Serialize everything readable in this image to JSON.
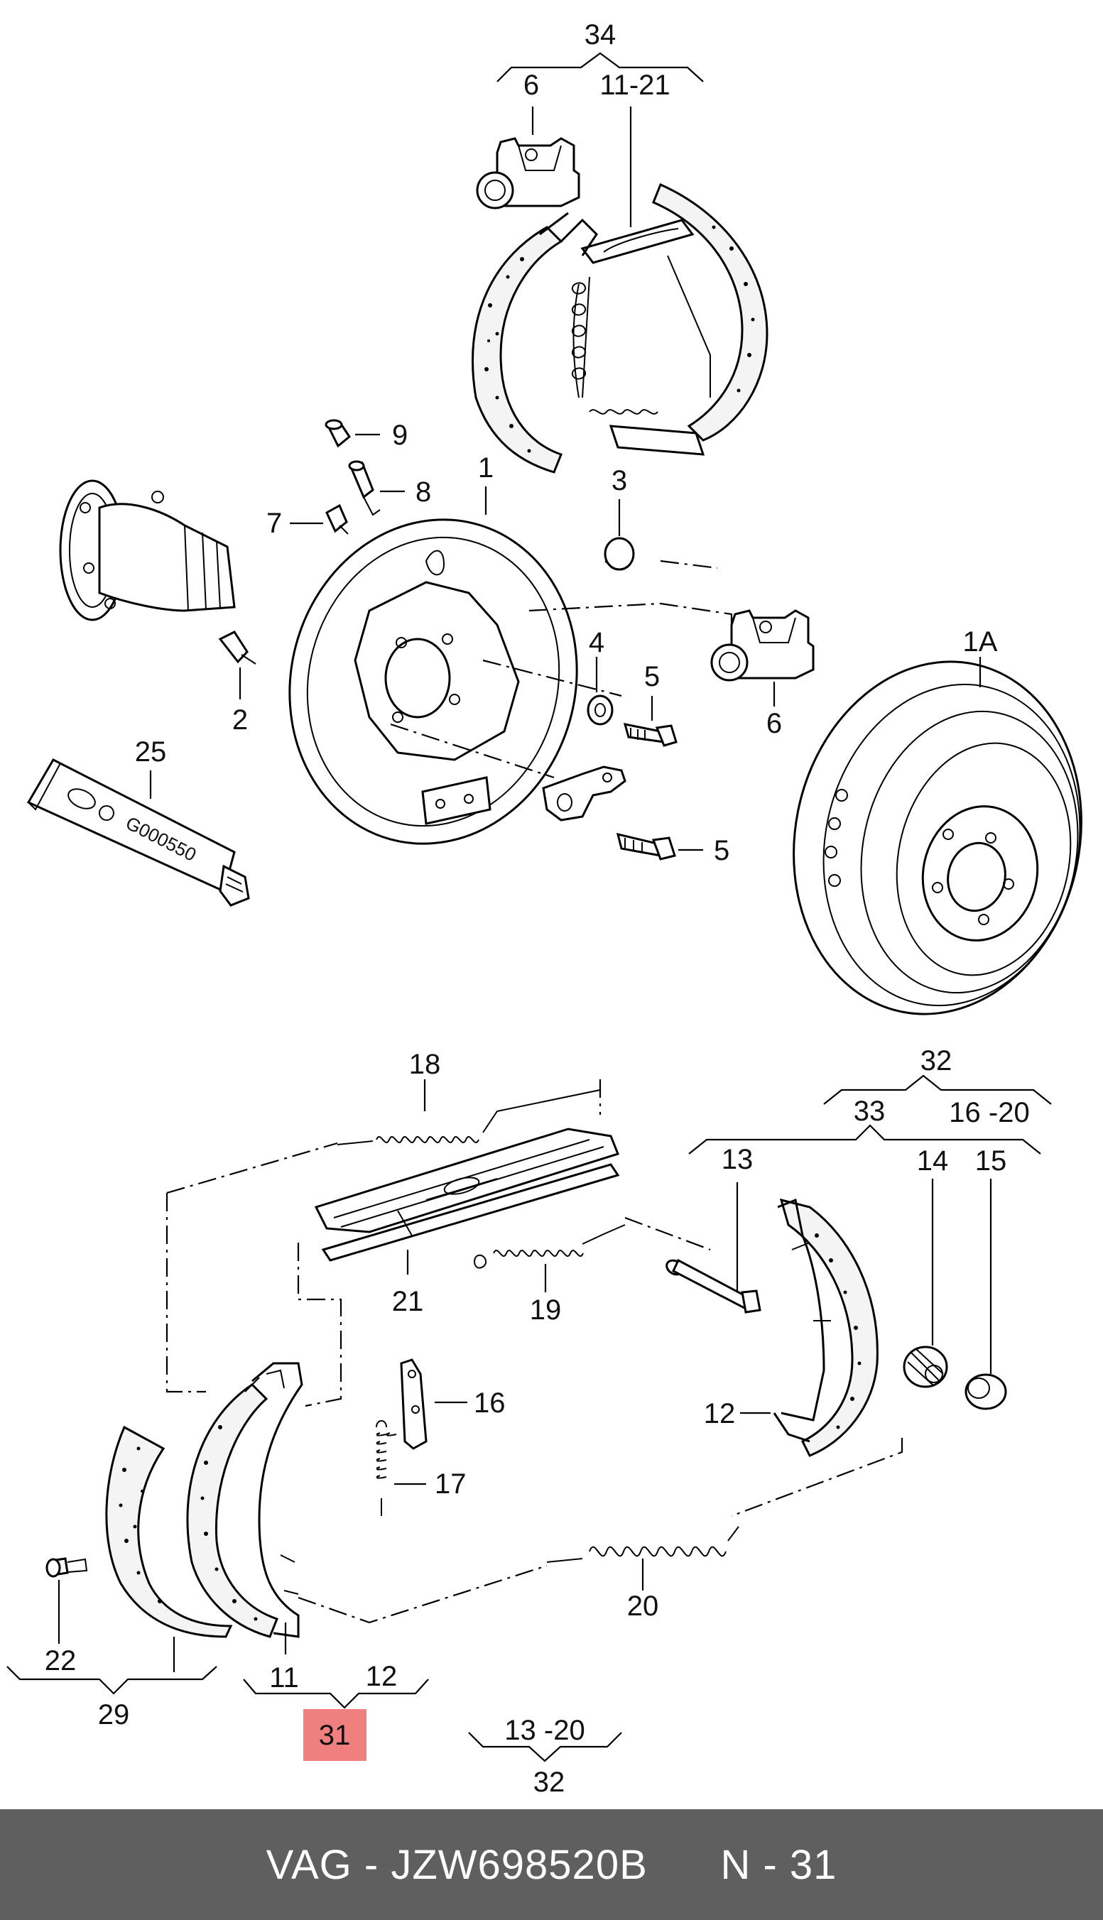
{
  "colors": {
    "highlight": "#f08080",
    "footer_bg": "#5f5f5f",
    "footer_text": "#ffffff"
  },
  "callouts": {
    "c34": "34",
    "c6_top": "6",
    "c11_21": "11-21",
    "c9": "9",
    "c8": "8",
    "c7": "7",
    "c1": "1",
    "c3": "3",
    "c4": "4",
    "c5_a": "5",
    "c5_b": "5",
    "c6_mid": "6",
    "c1A": "1A",
    "c2": "2",
    "c25": "25",
    "tube_code": "G000550",
    "c18": "18",
    "c32_top": "32",
    "c33": "33",
    "c16_20": "16 -20",
    "c13": "13",
    "c14": "14",
    "c15": "15",
    "c21": "21",
    "c19": "19",
    "c16": "16",
    "c17": "17",
    "c12_r": "12",
    "c20": "20",
    "c22": "22",
    "c29": "29",
    "c11": "11",
    "c12_b": "12",
    "c31": "31",
    "c13_20": "13 -20",
    "c32_bot": "32"
  },
  "footer": {
    "brand": "VAG",
    "separator": "-",
    "part_number": "JZW698520B",
    "ref": "N - 31"
  }
}
